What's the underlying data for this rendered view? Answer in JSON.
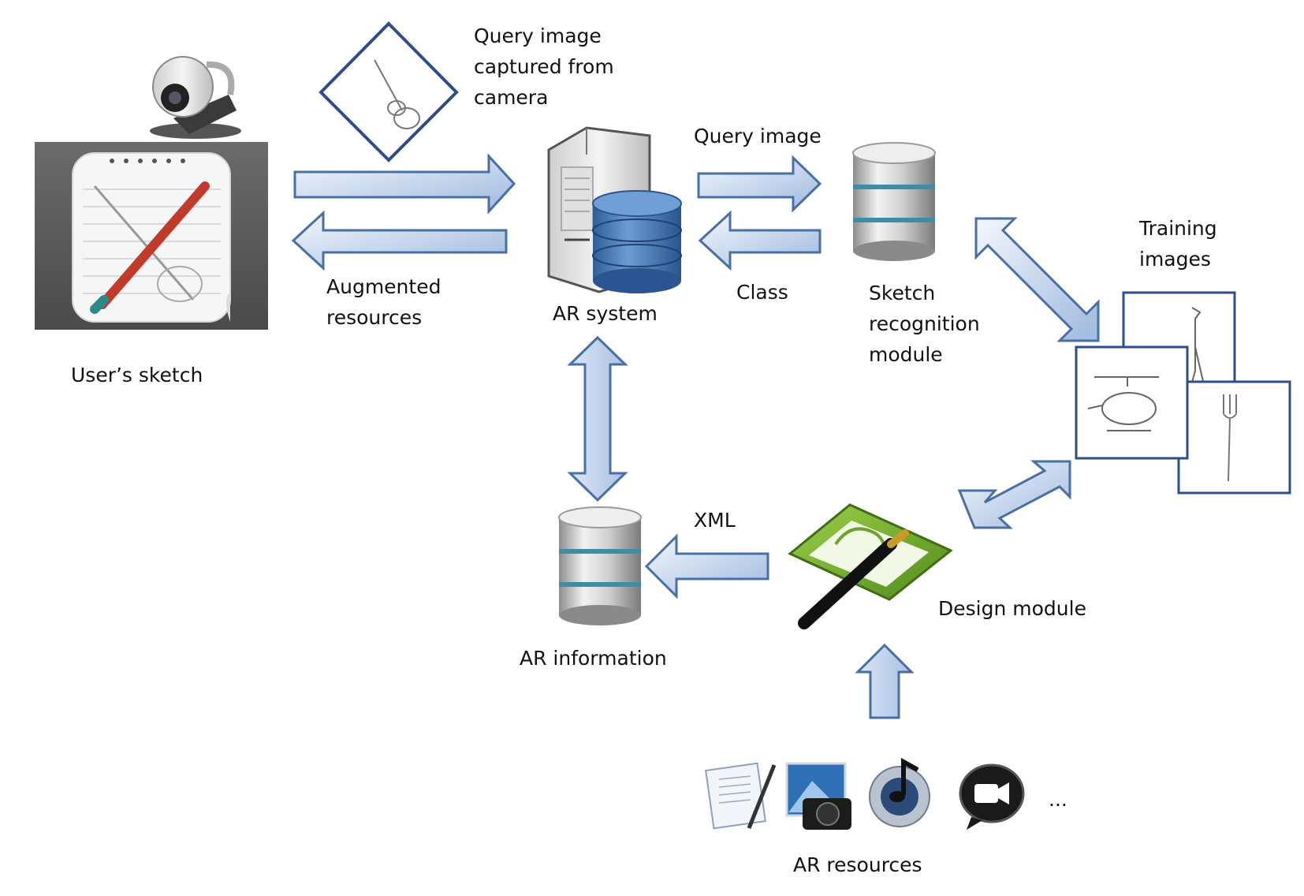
{
  "labels": {
    "query_captured": "Query image\ncaptured from\ncamera",
    "query_image": "Query image",
    "augmented": "Augmented\nresources",
    "ar_system": "AR system",
    "class": "Class",
    "sketch_module": "Sketch\nrecognition\nmodule",
    "training": "Training\nimages",
    "users_sketch": "User’s sketch",
    "xml": "XML",
    "design_module": "Design module",
    "ar_information": "AR information",
    "ar_resources": "AR resources",
    "ellipsis": "..."
  },
  "colors": {
    "arrow_fill_light": "#eef3fb",
    "arrow_fill_dark": "#9db7dd",
    "arrow_stroke": "#4a6fa5",
    "frame_stroke": "#2e4d8a",
    "db_silver": "#d9d9d9",
    "db_band": "#3d8ea3",
    "db_blue": "#4f7fb6",
    "design_green": "#6aa32b"
  },
  "icons": [
    "webcam-icon",
    "sketch-notepad-icon",
    "guitar-sketch-icon",
    "server-icon",
    "database-icon",
    "frame-icon",
    "design-pen-icon",
    "document-icon",
    "photo-icon",
    "music-icon",
    "video-chat-icon"
  ]
}
